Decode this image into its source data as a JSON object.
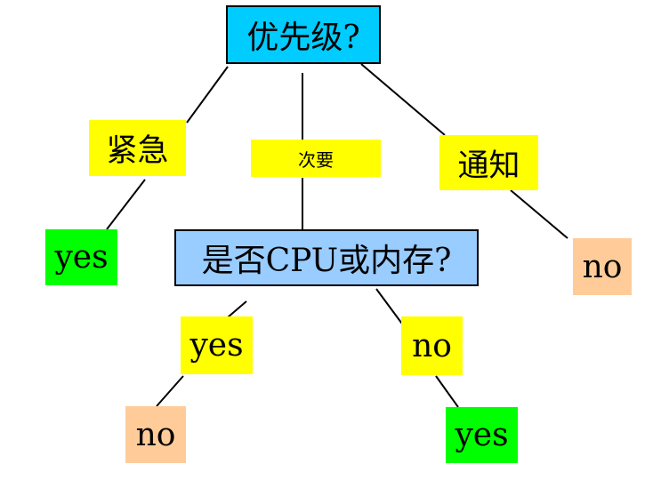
{
  "colors": {
    "root_fill": "#00ccff",
    "question_fill": "#99ccff",
    "branch_label_fill": "#ffff00",
    "yes_leaf_fill": "#00ff00",
    "no_leaf_fill": "#ffcc99",
    "edge": "#000000"
  },
  "nodes": {
    "root": {
      "text": "优先级?"
    },
    "urgent": {
      "text": "紧急"
    },
    "secondary": {
      "text": "次要"
    },
    "notice": {
      "text": "通知"
    },
    "urgent_leaf": {
      "text": "yes"
    },
    "notice_leaf": {
      "text": "no"
    },
    "question": {
      "text": "是否CPU或内存?"
    },
    "branch_yes": {
      "text": "yes"
    },
    "branch_no": {
      "text": "no"
    },
    "yes_leaf": {
      "text": "no"
    },
    "no_leaf": {
      "text": "yes"
    }
  }
}
